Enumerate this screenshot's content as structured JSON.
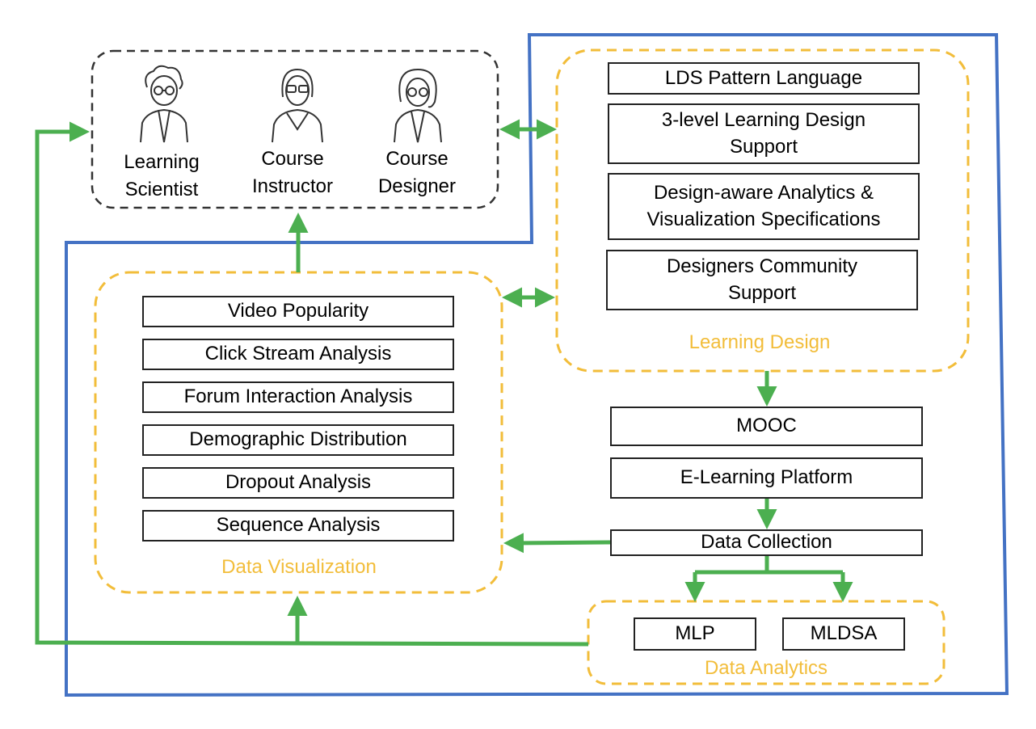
{
  "roles": [
    {
      "label": "Learning\nScientist",
      "icon": "scientist-icon"
    },
    {
      "label": "Course\nInstructor",
      "icon": "instructor-icon"
    },
    {
      "label": "Course\nDesigner",
      "icon": "designer-icon"
    }
  ],
  "learning_design": {
    "title": "Learning Design",
    "items": [
      "LDS Pattern Language",
      "3-level Learning Design\nSupport",
      "Design-aware Analytics &\nVisualization Specifications",
      "Designers Community\nSupport"
    ]
  },
  "data_visualization": {
    "title": "Data Visualization",
    "items": [
      "Video Popularity",
      "Click Stream Analysis",
      "Forum Interaction Analysis",
      "Demographic Distribution",
      "Dropout Analysis",
      "Sequence Analysis"
    ]
  },
  "platform": {
    "mooc": "MOOC",
    "elearning": "E-Learning Platform",
    "data_collection": "Data Collection"
  },
  "data_analytics": {
    "title": "Data Analytics",
    "items": [
      "MLP",
      "MLDSA"
    ]
  },
  "colors": {
    "blue_border": "#4472c4",
    "dashed_gray": "#333333",
    "dashed_yellow": "#f2bd3a",
    "arrow_green": "#4caf50",
    "label_yellow": "#f2bd3a"
  }
}
